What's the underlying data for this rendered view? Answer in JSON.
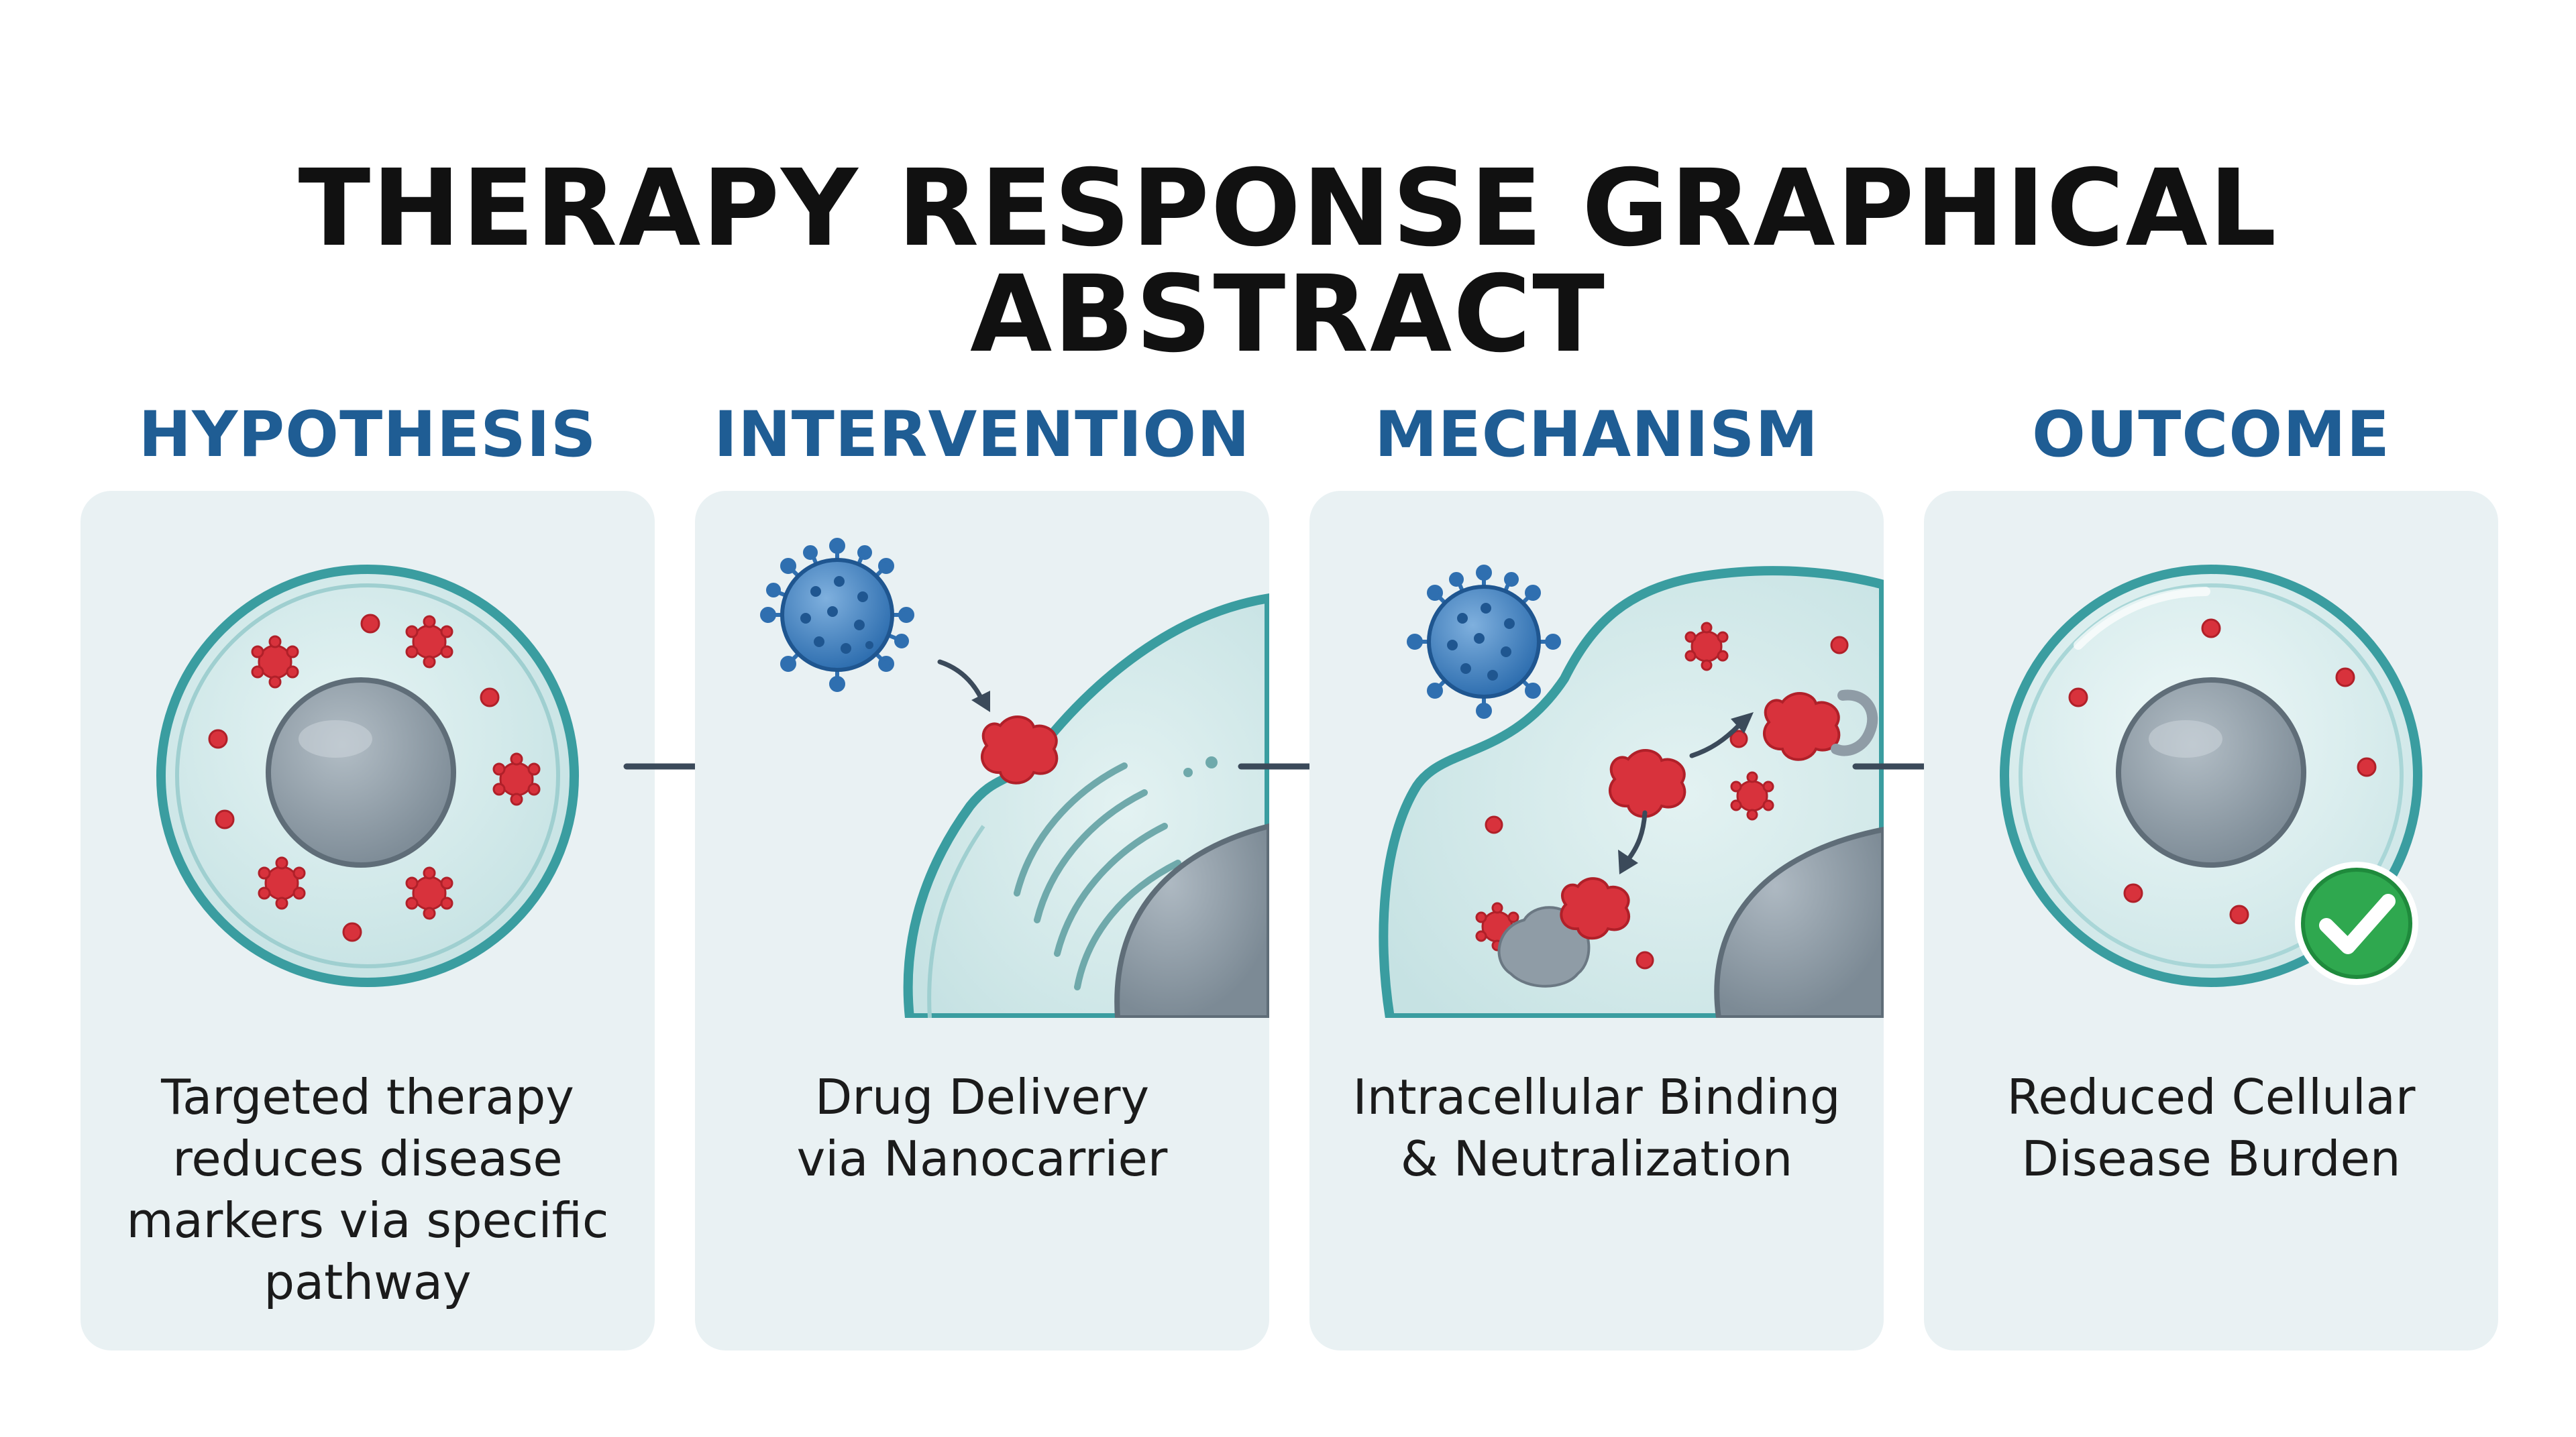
{
  "title": "THERAPY RESPONSE GRAPHICAL ABSTRACT",
  "stages": [
    {
      "heading": "HYPOTHESIS",
      "caption": "Targeted therapy\nreduces disease\nmarkers via specific\npathway"
    },
    {
      "heading": "INTERVENTION",
      "caption": "Drug Delivery\nvia Nanocarrier"
    },
    {
      "heading": "MECHANISM",
      "caption": "Intracellular Binding\n& Neutralization"
    },
    {
      "heading": "OUTCOME",
      "caption": "Reduced Cellular\nDisease Burden"
    }
  ],
  "colors": {
    "heading": "#1f5d94",
    "panel": "#e9f1f3",
    "membrane": "#3a9da0",
    "cytoplasm": "#cfe7e8",
    "nucleus": "#8f9ca6",
    "marker": "#d8323c",
    "nanocarrier": "#3f7fc0",
    "check": "#2fa84f"
  },
  "icons": [
    "cell-icon",
    "nanocarrier-icon",
    "disease-marker-icon",
    "arrow-right-icon",
    "checkmark-icon"
  ]
}
